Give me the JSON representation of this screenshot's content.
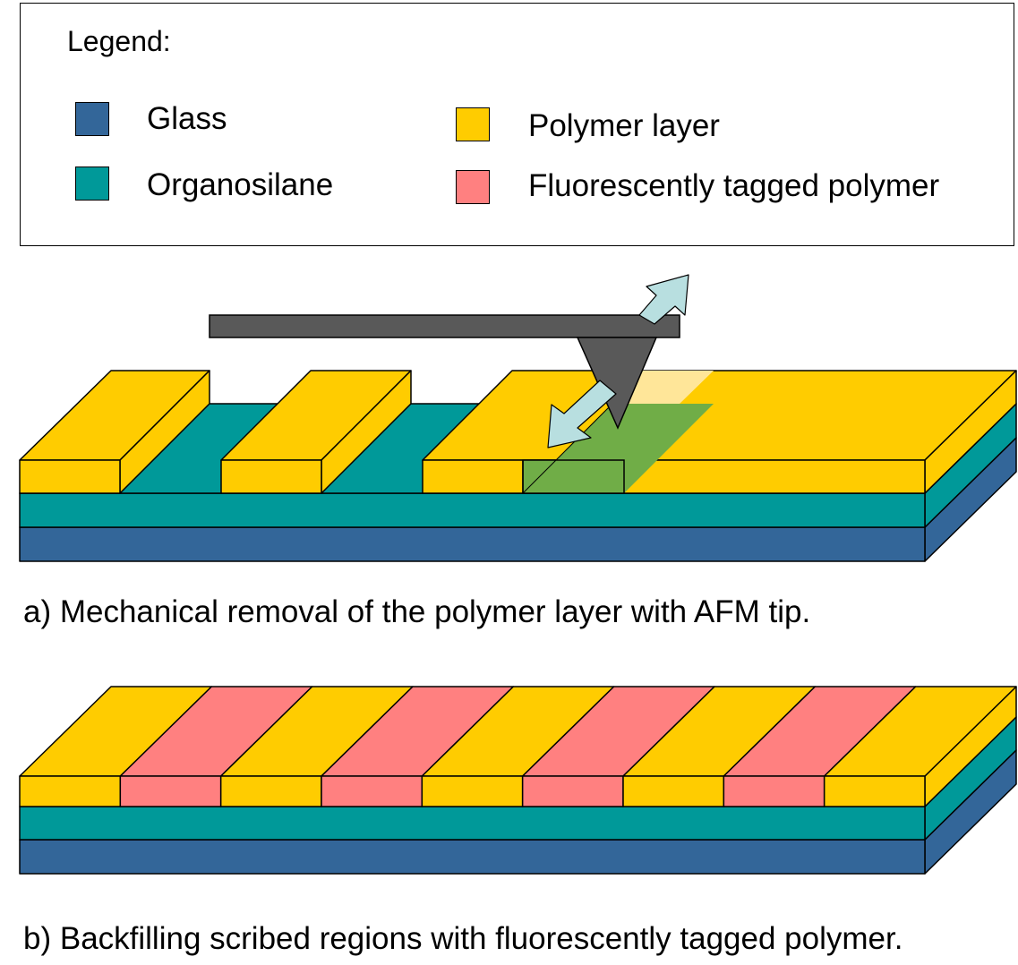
{
  "legend": {
    "title": "Legend:",
    "items": [
      {
        "label": "Glass",
        "color": "#336699"
      },
      {
        "label": "Organosilane",
        "color": "#009999"
      },
      {
        "label": "Polymer layer",
        "color": "#FFCC00"
      },
      {
        "label": "Fluorescently tagged polymer",
        "color": "#FF8080"
      }
    ]
  },
  "panel_a": {
    "caption": "a) Mechanical removal of the polymer layer with AFM tip.",
    "polymer_color": "#FFCC00",
    "silane_color": "#009999",
    "glass_color": "#336699",
    "scribed_color": "#70AD47",
    "tip_color": "#595959",
    "arrow_color": "#B8DFE0"
  },
  "panel_b": {
    "caption": "b) Backfilling scribed regions with fluorescently tagged polymer.",
    "stripe_sequence": [
      "polymer",
      "tagged",
      "polymer",
      "tagged",
      "polymer",
      "tagged",
      "polymer",
      "tagged",
      "polymer"
    ]
  }
}
